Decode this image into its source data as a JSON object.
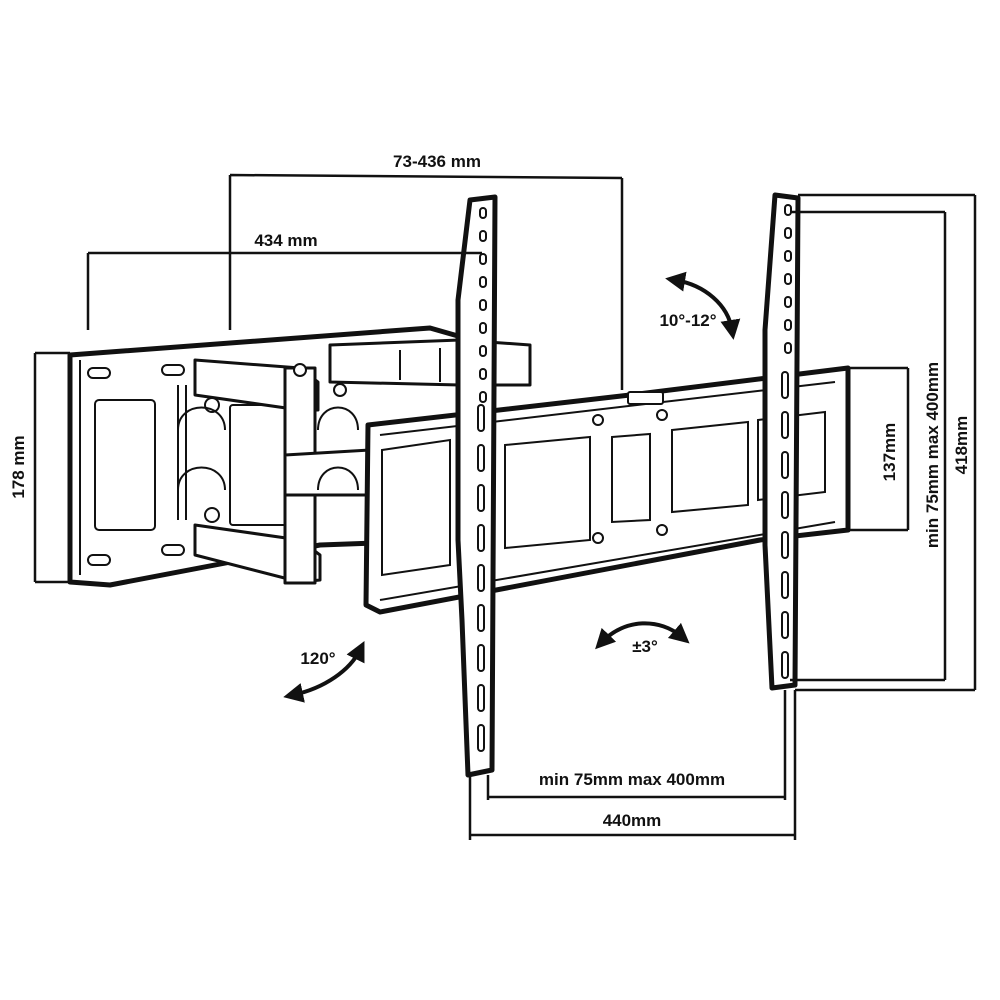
{
  "colors": {
    "ink": "#111111",
    "background": "#ffffff"
  },
  "dimensions": {
    "extension": "73-436 mm",
    "arm_length": "434 mm",
    "wall_plate_height": "178 mm",
    "tilt": "10°-12°",
    "swivel": "120°",
    "rotation": "±3°",
    "bracket_spacing": "137mm",
    "vesa_vertical": "min 75mm max 400mm",
    "bracket_height": "418mm",
    "vesa_horizontal": "min 75mm max 400mm",
    "overall_width": "440mm"
  }
}
